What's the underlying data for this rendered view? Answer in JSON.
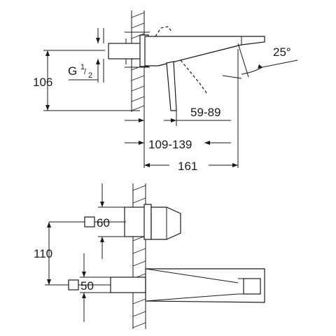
{
  "side_view": {
    "angle_label": "25°",
    "thread_label_prefix": "G",
    "thread_num": "1",
    "thread_den": "2",
    "height_label": "106",
    "projection_label": "59-89",
    "wall_range_label": "109-139",
    "total_length_label": "161"
  },
  "front_view": {
    "spacing_label": "110",
    "handle_square_label": "60",
    "spout_square_label": "50"
  }
}
